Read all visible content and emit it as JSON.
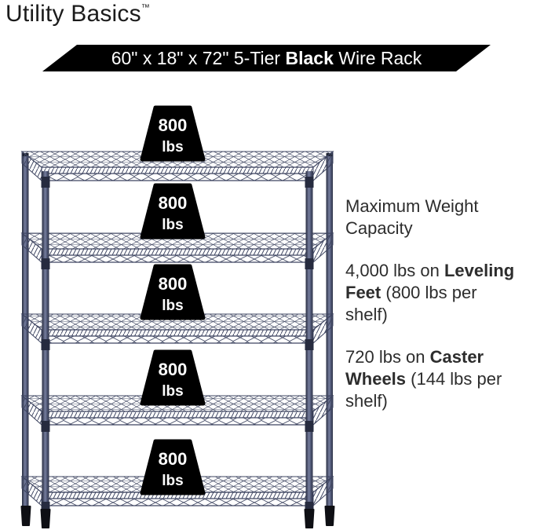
{
  "brand": {
    "name": "Utility Basics",
    "trademark": "™"
  },
  "banner": {
    "text_prefix": "60\" x 18\" x 72\" 5-Tier ",
    "text_bold": "Black",
    "text_suffix": " Wire Rack",
    "bg_color": "#000000",
    "text_color": "#ffffff"
  },
  "rack": {
    "tiers": 5,
    "color_name": "Black",
    "wire_color": "#414863",
    "post_color": "#5c6484",
    "foot_color": "#0e0f14",
    "weights": [
      {
        "value": "800",
        "unit": "lbs"
      },
      {
        "value": "800",
        "unit": "lbs"
      },
      {
        "value": "800",
        "unit": "lbs"
      },
      {
        "value": "800",
        "unit": "lbs"
      },
      {
        "value": "800",
        "unit": "lbs"
      }
    ]
  },
  "capacity": {
    "heading_line1": "Maximum Weight",
    "heading_line2": "Capacity",
    "leveling": {
      "l1_regular": "4,000 lbs on ",
      "l1_bold": "Leveling",
      "l2_bold": "Feet",
      "l2_regular": " (800 lbs per",
      "l3": "shelf)"
    },
    "caster": {
      "l1_regular": "720 lbs on ",
      "l1_bold": "Caster",
      "l2_bold": "Wheels",
      "l2_regular": " (144 lbs per",
      "l3": "shelf)"
    }
  }
}
